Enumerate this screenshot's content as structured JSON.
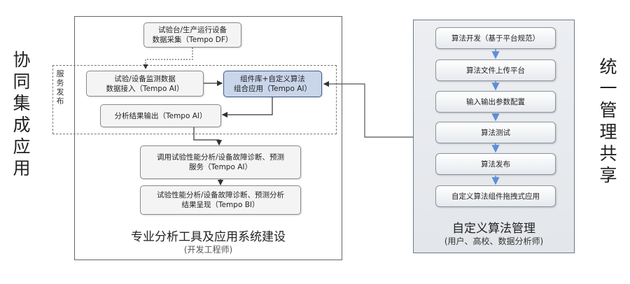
{
  "left_side_label": "协同集成应用",
  "right_side_label": "统一管理共享",
  "dev_panel": {
    "title": "专业分析工具及应用系统建设",
    "subtitle": "(开发工程师)",
    "service_label": "服务发布",
    "node_collect": {
      "line1": "试验台/生产运行设备",
      "line2": "数据采集（Tempo DF）"
    },
    "node_ingest": {
      "line1": "试验/设备监测数据",
      "line2": "数据接入（Tempo AI）"
    },
    "node_lib": {
      "line1": "组件库+自定义算法",
      "line2": "组合应用（Tempo AI）"
    },
    "node_output": {
      "line1": "分析结果输出（Tempo AI）"
    },
    "node_invoke": {
      "line1": "调用试验性能分析/设备故障诊断、预测",
      "line2": "服务（Tempo AI）"
    },
    "node_present": {
      "line1": "试验性能分析/设备故障诊断、预测分析",
      "line2": "结果呈现（Tempo BI）"
    }
  },
  "algo_panel": {
    "title": "自定义算法管理",
    "subtitle": "(用户、高校、数据分析师)",
    "steps": [
      "算法开发（基于平台规范）",
      "算法文件上传平台",
      "输入输出参数配置",
      "算法测试",
      "算法发布",
      "自定义算法组件拖拽式应用"
    ]
  },
  "colors": {
    "highlight_fill": "#c9d5ea",
    "highlight_border": "#3f5c8c",
    "step_arrow": "#5b8fd6"
  }
}
